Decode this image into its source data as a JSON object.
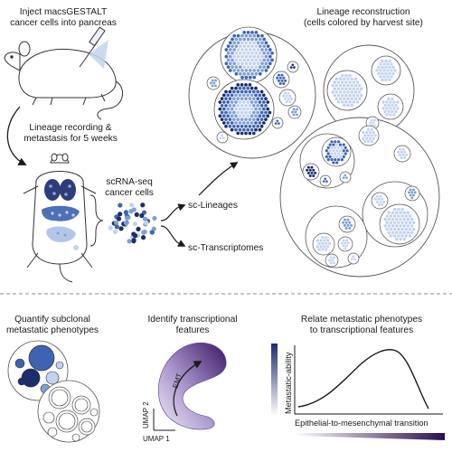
{
  "title_inject": [
    "Inject macsGESTALT",
    "cancer cells into pancreas"
  ],
  "lineage_recording": [
    "Lineage recording &",
    "metastasis for 5 weeks"
  ],
  "scrna_label": [
    "scRNA-seq",
    "cancer cells"
  ],
  "sc_lineages": "sc-Lineages",
  "sc_transcriptomes": "sc-Transcriptomes",
  "lineage_reconstruction": [
    "Lineage reconstruction",
    "(cells colored by harvest site)"
  ],
  "quantify": [
    "Quantify subclonal",
    "metastatic phenotypes"
  ],
  "identify": [
    "Identify transcriptional",
    "features"
  ],
  "relate": [
    "Relate metastatic phenotypes",
    "to transcriptional features"
  ],
  "umap1": "UMAP 1",
  "umap2": "UMAP 2",
  "emt": "EMT",
  "yaxis": "Metastatic-ability",
  "xaxis": "Epithelial-to-mesenchymal transition",
  "colors": {
    "navy": "#1d2c6b",
    "blue": "#3f63b2",
    "mid": "#7f9fd4",
    "light": "#c3d3ee",
    "purple": "#3b1766",
    "violet": "#9a86c2"
  }
}
